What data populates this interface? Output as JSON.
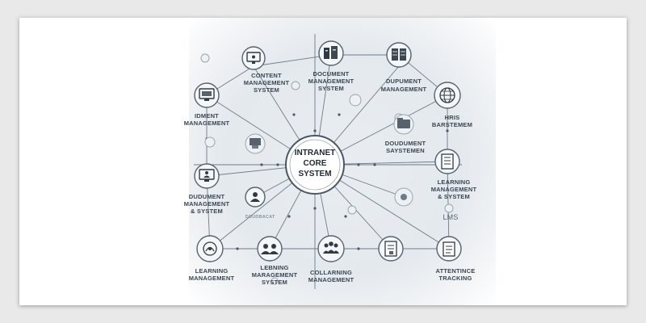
{
  "diagram": {
    "center": {
      "lines": [
        "INTRANET",
        "CORE",
        "SYSTEM"
      ]
    },
    "nodes": [
      {
        "id": "content-management",
        "lines": [
          "CONTENT",
          "MANAGEMENT",
          "SYSTEM"
        ],
        "icon": "monitor-icon"
      },
      {
        "id": "document-management-top",
        "lines": [
          "DOCUMENT",
          "MANAGEMENT",
          "SYSTEM"
        ],
        "icon": "server-icon"
      },
      {
        "id": "dupument-management",
        "lines": [
          "DUPUMENT",
          "MANAGEMENT"
        ],
        "icon": "server-rack-icon"
      },
      {
        "id": "idment-management",
        "lines": [
          "IDMENT",
          "MANAGEMENT"
        ],
        "icon": "computer-icon"
      },
      {
        "id": "hris",
        "lines": [
          "HRIS",
          "BARSTEMEM"
        ],
        "icon": "globe-icon"
      },
      {
        "id": "doudument-saystemen",
        "lines": [
          "DOUDUMENT",
          "SAYSTEMEN"
        ],
        "icon": "folder-icon"
      },
      {
        "id": "dudument-management",
        "lines": [
          "DUDUMENT",
          "MANAGEMENT",
          "& SYSTEM"
        ],
        "icon": "monitor-user-icon"
      },
      {
        "id": "learning-management-right",
        "lines": [
          "LEARNING",
          "MANAGEMENT",
          "& SYSTEM"
        ],
        "icon": "document-icon"
      },
      {
        "id": "lms",
        "lines": [
          "LMS"
        ],
        "icon": ""
      },
      {
        "id": "small-user",
        "lines": [
          "DOUDBACAT"
        ],
        "icon": "user-icon"
      },
      {
        "id": "learning-management-left",
        "lines": [
          "LEARNING",
          "MANAGEMENT"
        ],
        "icon": "learning-icon"
      },
      {
        "id": "lebning-management",
        "lines": [
          "LEBNING",
          "MARAGEMENT",
          "SYSTEM"
        ],
        "icon": "users-icon"
      },
      {
        "id": "collarning-management",
        "lines": [
          "COLLARNING",
          "MANAGEMENT"
        ],
        "icon": "team-icon"
      },
      {
        "id": "attendance-tracking",
        "lines": [
          "ATTENTINCE",
          "TRACKING"
        ],
        "icon": "checklist-icon"
      }
    ]
  }
}
